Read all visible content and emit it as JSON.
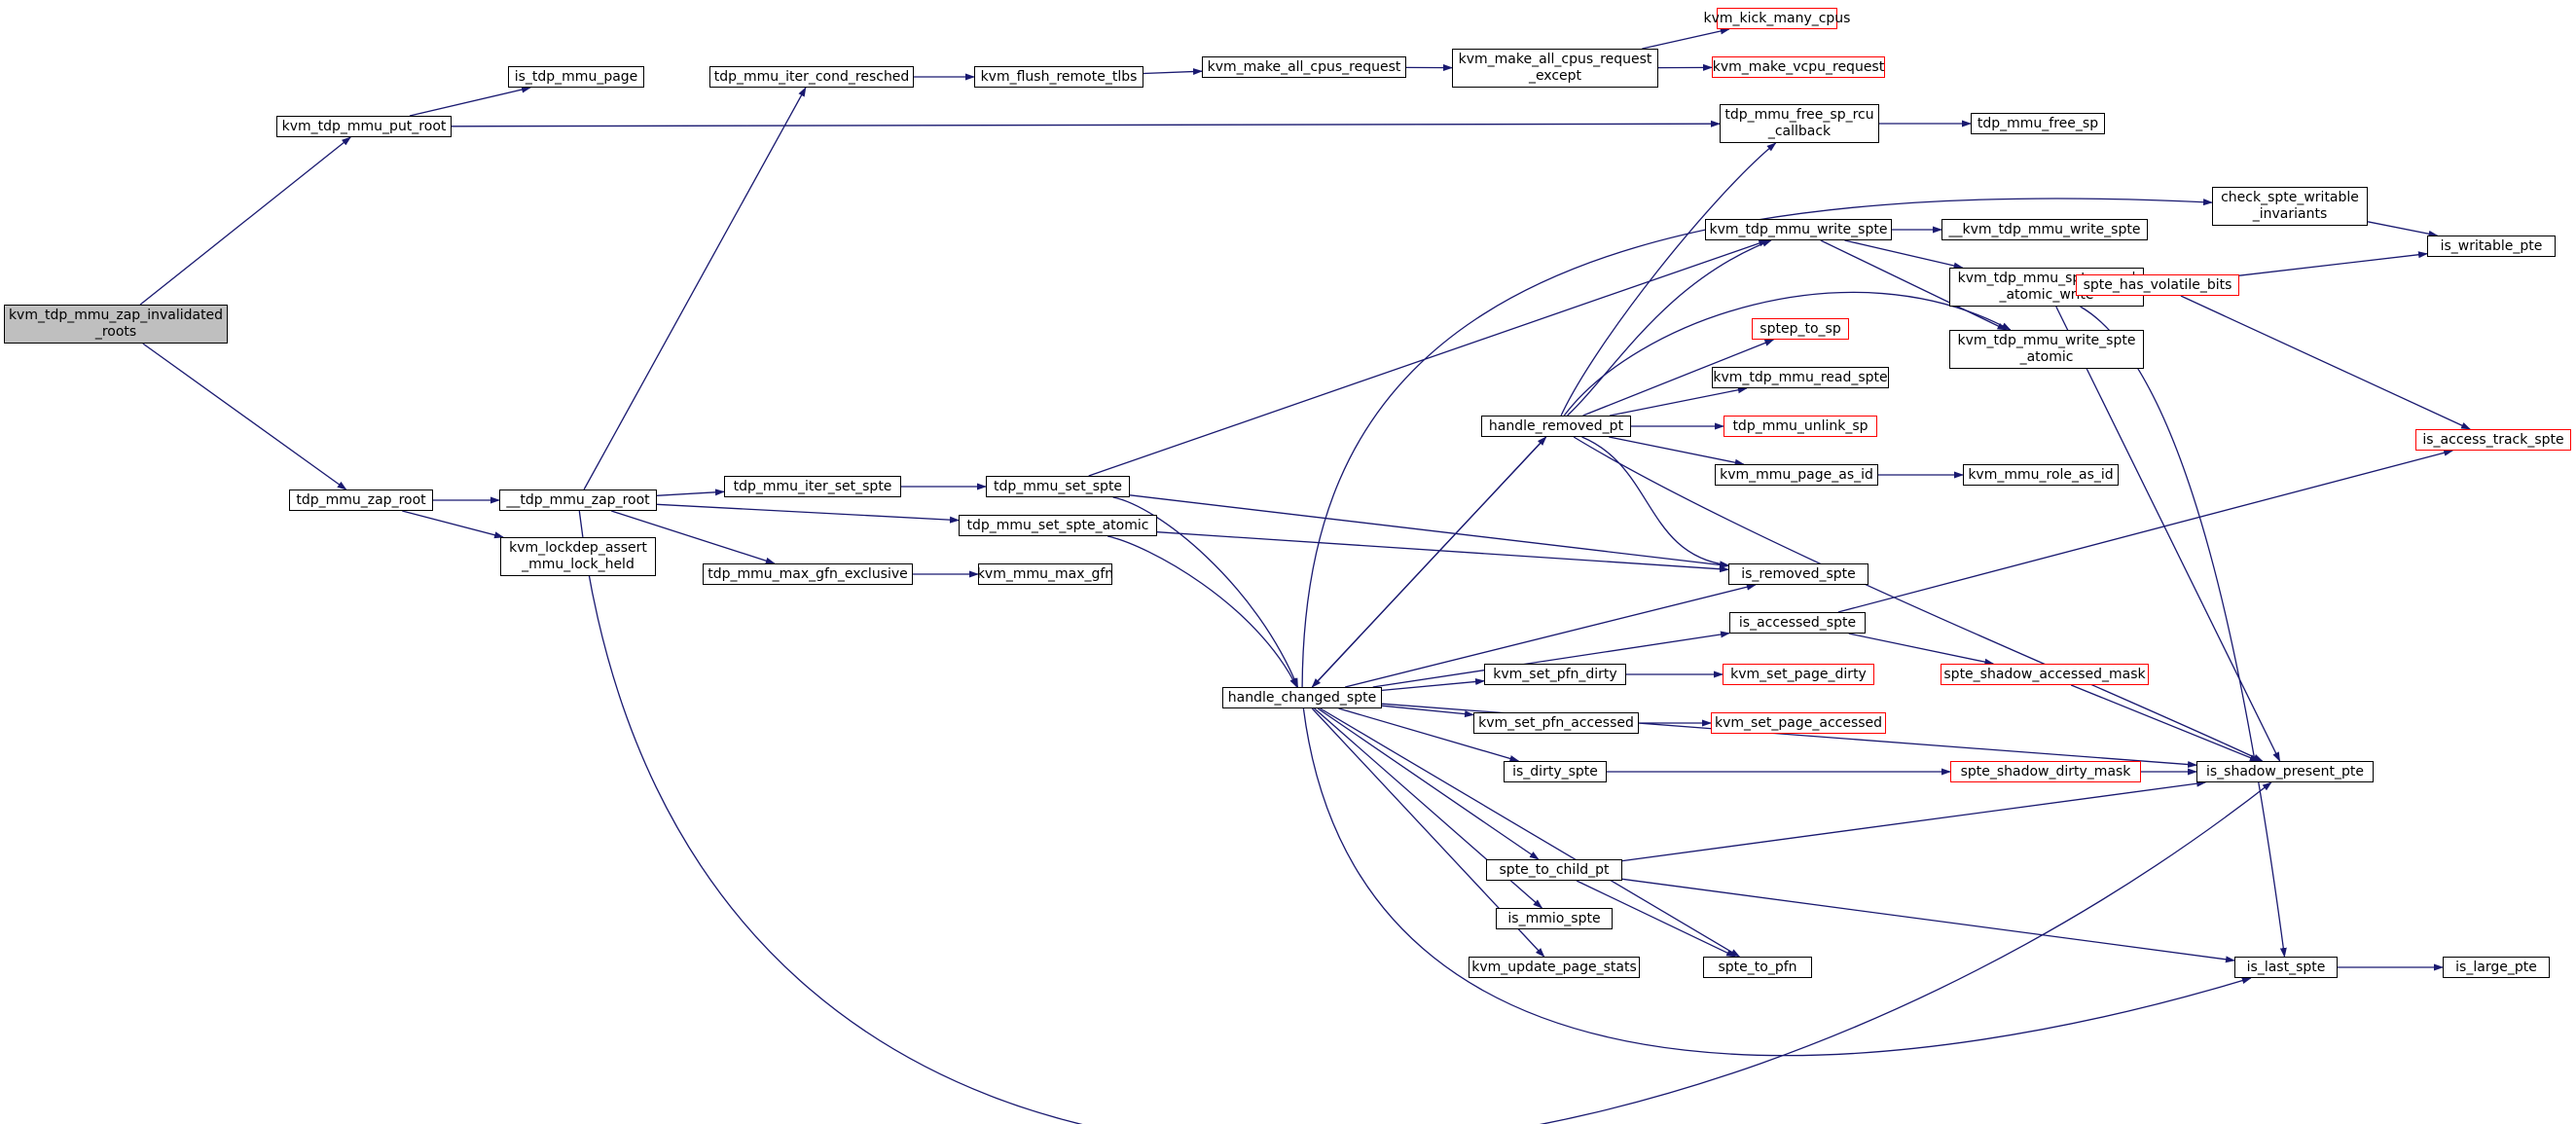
{
  "colors": {
    "edge": "#191970",
    "node_border": "#000000",
    "truncated_border": "#ff0000",
    "root_fill": "#bfbfbf",
    "background": "#ffffff"
  },
  "nodes": {
    "root": {
      "label": "kvm_tdp_mmu_zap_invalidated\n_roots",
      "truncated": false
    },
    "put_root": {
      "label": "kvm_tdp_mmu_put_root",
      "truncated": false
    },
    "is_tdp_page": {
      "label": "is_tdp_mmu_page",
      "truncated": false
    },
    "zap_root": {
      "label": "tdp_mmu_zap_root",
      "truncated": false
    },
    "lockdep": {
      "label": "kvm_lockdep_assert\n_mmu_lock_held",
      "truncated": false
    },
    "uu_zap_root": {
      "label": "__tdp_mmu_zap_root",
      "truncated": false
    },
    "cond_resched": {
      "label": "tdp_mmu_iter_cond_resched",
      "truncated": false
    },
    "flush_tlbs": {
      "label": "kvm_flush_remote_tlbs",
      "truncated": false
    },
    "all_cpus": {
      "label": "kvm_make_all_cpus_request",
      "truncated": false
    },
    "all_cpus_except": {
      "label": "kvm_make_all_cpus_request\n_except",
      "truncated": false
    },
    "kick_cpus": {
      "label": "kvm_kick_many_cpus",
      "truncated": true
    },
    "vcpu_request": {
      "label": "kvm_make_vcpu_request",
      "truncated": true
    },
    "free_rcu": {
      "label": "tdp_mmu_free_sp_rcu\n_callback",
      "truncated": false
    },
    "free_sp": {
      "label": "tdp_mmu_free_sp",
      "truncated": false
    },
    "check_writable": {
      "label": "check_spte_writable\n_invariants",
      "truncated": false
    },
    "is_writable": {
      "label": "is_writable_pte",
      "truncated": false
    },
    "write_spte": {
      "label": "kvm_tdp_mmu_write_spte",
      "truncated": false
    },
    "uu_write_spte": {
      "label": "__kvm_tdp_mmu_write_spte",
      "truncated": false
    },
    "need_atomic": {
      "label": "kvm_tdp_mmu_spte_need\n_atomic_write",
      "truncated": false
    },
    "volatile": {
      "label": "spte_has_volatile_bits",
      "truncated": true
    },
    "write_atomic": {
      "label": "kvm_tdp_mmu_write_spte\n_atomic",
      "truncated": false
    },
    "sptep_to_sp": {
      "label": "sptep_to_sp",
      "truncated": true
    },
    "read_spte": {
      "label": "kvm_tdp_mmu_read_spte",
      "truncated": false
    },
    "handle_removed": {
      "label": "handle_removed_pt",
      "truncated": false
    },
    "unlink_sp": {
      "label": "tdp_mmu_unlink_sp",
      "truncated": true
    },
    "access_track": {
      "label": "is_access_track_spte",
      "truncated": true
    },
    "iter_set": {
      "label": "tdp_mmu_iter_set_spte",
      "truncated": false
    },
    "set_spte": {
      "label": "tdp_mmu_set_spte",
      "truncated": false
    },
    "page_as_id": {
      "label": "kvm_mmu_page_as_id",
      "truncated": false
    },
    "role_as_id": {
      "label": "kvm_mmu_role_as_id",
      "truncated": false
    },
    "set_atomic": {
      "label": "tdp_mmu_set_spte_atomic",
      "truncated": false
    },
    "removed_spte": {
      "label": "is_removed_spte",
      "truncated": false
    },
    "max_gfn_excl": {
      "label": "tdp_mmu_max_gfn_exclusive",
      "truncated": false
    },
    "max_gfn": {
      "label": "kvm_mmu_max_gfn",
      "truncated": false
    },
    "accessed_spte": {
      "label": "is_accessed_spte",
      "truncated": false
    },
    "accessed_mask": {
      "label": "spte_shadow_accessed_mask",
      "truncated": true
    },
    "pfn_dirty": {
      "label": "kvm_set_pfn_dirty",
      "truncated": false
    },
    "page_dirty": {
      "label": "kvm_set_page_dirty",
      "truncated": true
    },
    "handle_changed": {
      "label": "handle_changed_spte",
      "truncated": false
    },
    "pfn_accessed": {
      "label": "kvm_set_pfn_accessed",
      "truncated": false
    },
    "page_accessed": {
      "label": "kvm_set_page_accessed",
      "truncated": true
    },
    "dirty_spte": {
      "label": "is_dirty_spte",
      "truncated": false
    },
    "dirty_mask": {
      "label": "spte_shadow_dirty_mask",
      "truncated": true
    },
    "shadow_present": {
      "label": "is_shadow_present_pte",
      "truncated": false
    },
    "child_pt": {
      "label": "spte_to_child_pt",
      "truncated": false
    },
    "mmio_spte": {
      "label": "is_mmio_spte",
      "truncated": false
    },
    "page_stats": {
      "label": "kvm_update_page_stats",
      "truncated": false
    },
    "spte_to_pfn": {
      "label": "spte_to_pfn",
      "truncated": false
    },
    "last_spte": {
      "label": "is_last_spte",
      "truncated": false
    },
    "large_pte": {
      "label": "is_large_pte",
      "truncated": false
    }
  }
}
